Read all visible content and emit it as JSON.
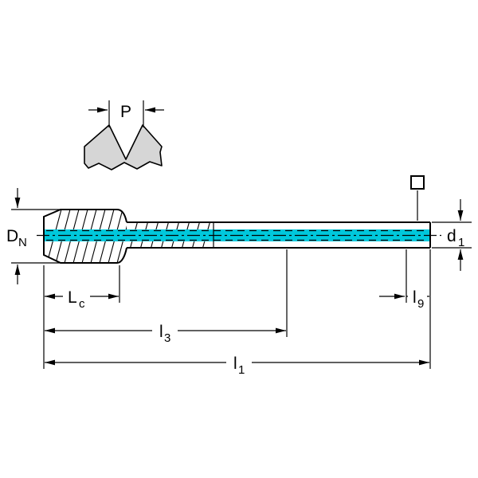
{
  "labels": {
    "pitch": {
      "main": "P"
    },
    "nominal_diameter": {
      "main": "D",
      "sub": "N"
    },
    "shank_diameter": {
      "main": "d",
      "sub": "1"
    },
    "chamfer_length": {
      "main": "L",
      "sub": "c"
    },
    "thread_length": {
      "main": "l",
      "sub": "3"
    },
    "overall_length": {
      "main": "l",
      "sub": "1"
    },
    "square_length": {
      "main": "l",
      "sub": "9"
    }
  },
  "colors": {
    "highlight_band": "#00c8dc",
    "profile_fill": "#d6d6d6",
    "line": "#000000",
    "background": "#ffffff"
  }
}
